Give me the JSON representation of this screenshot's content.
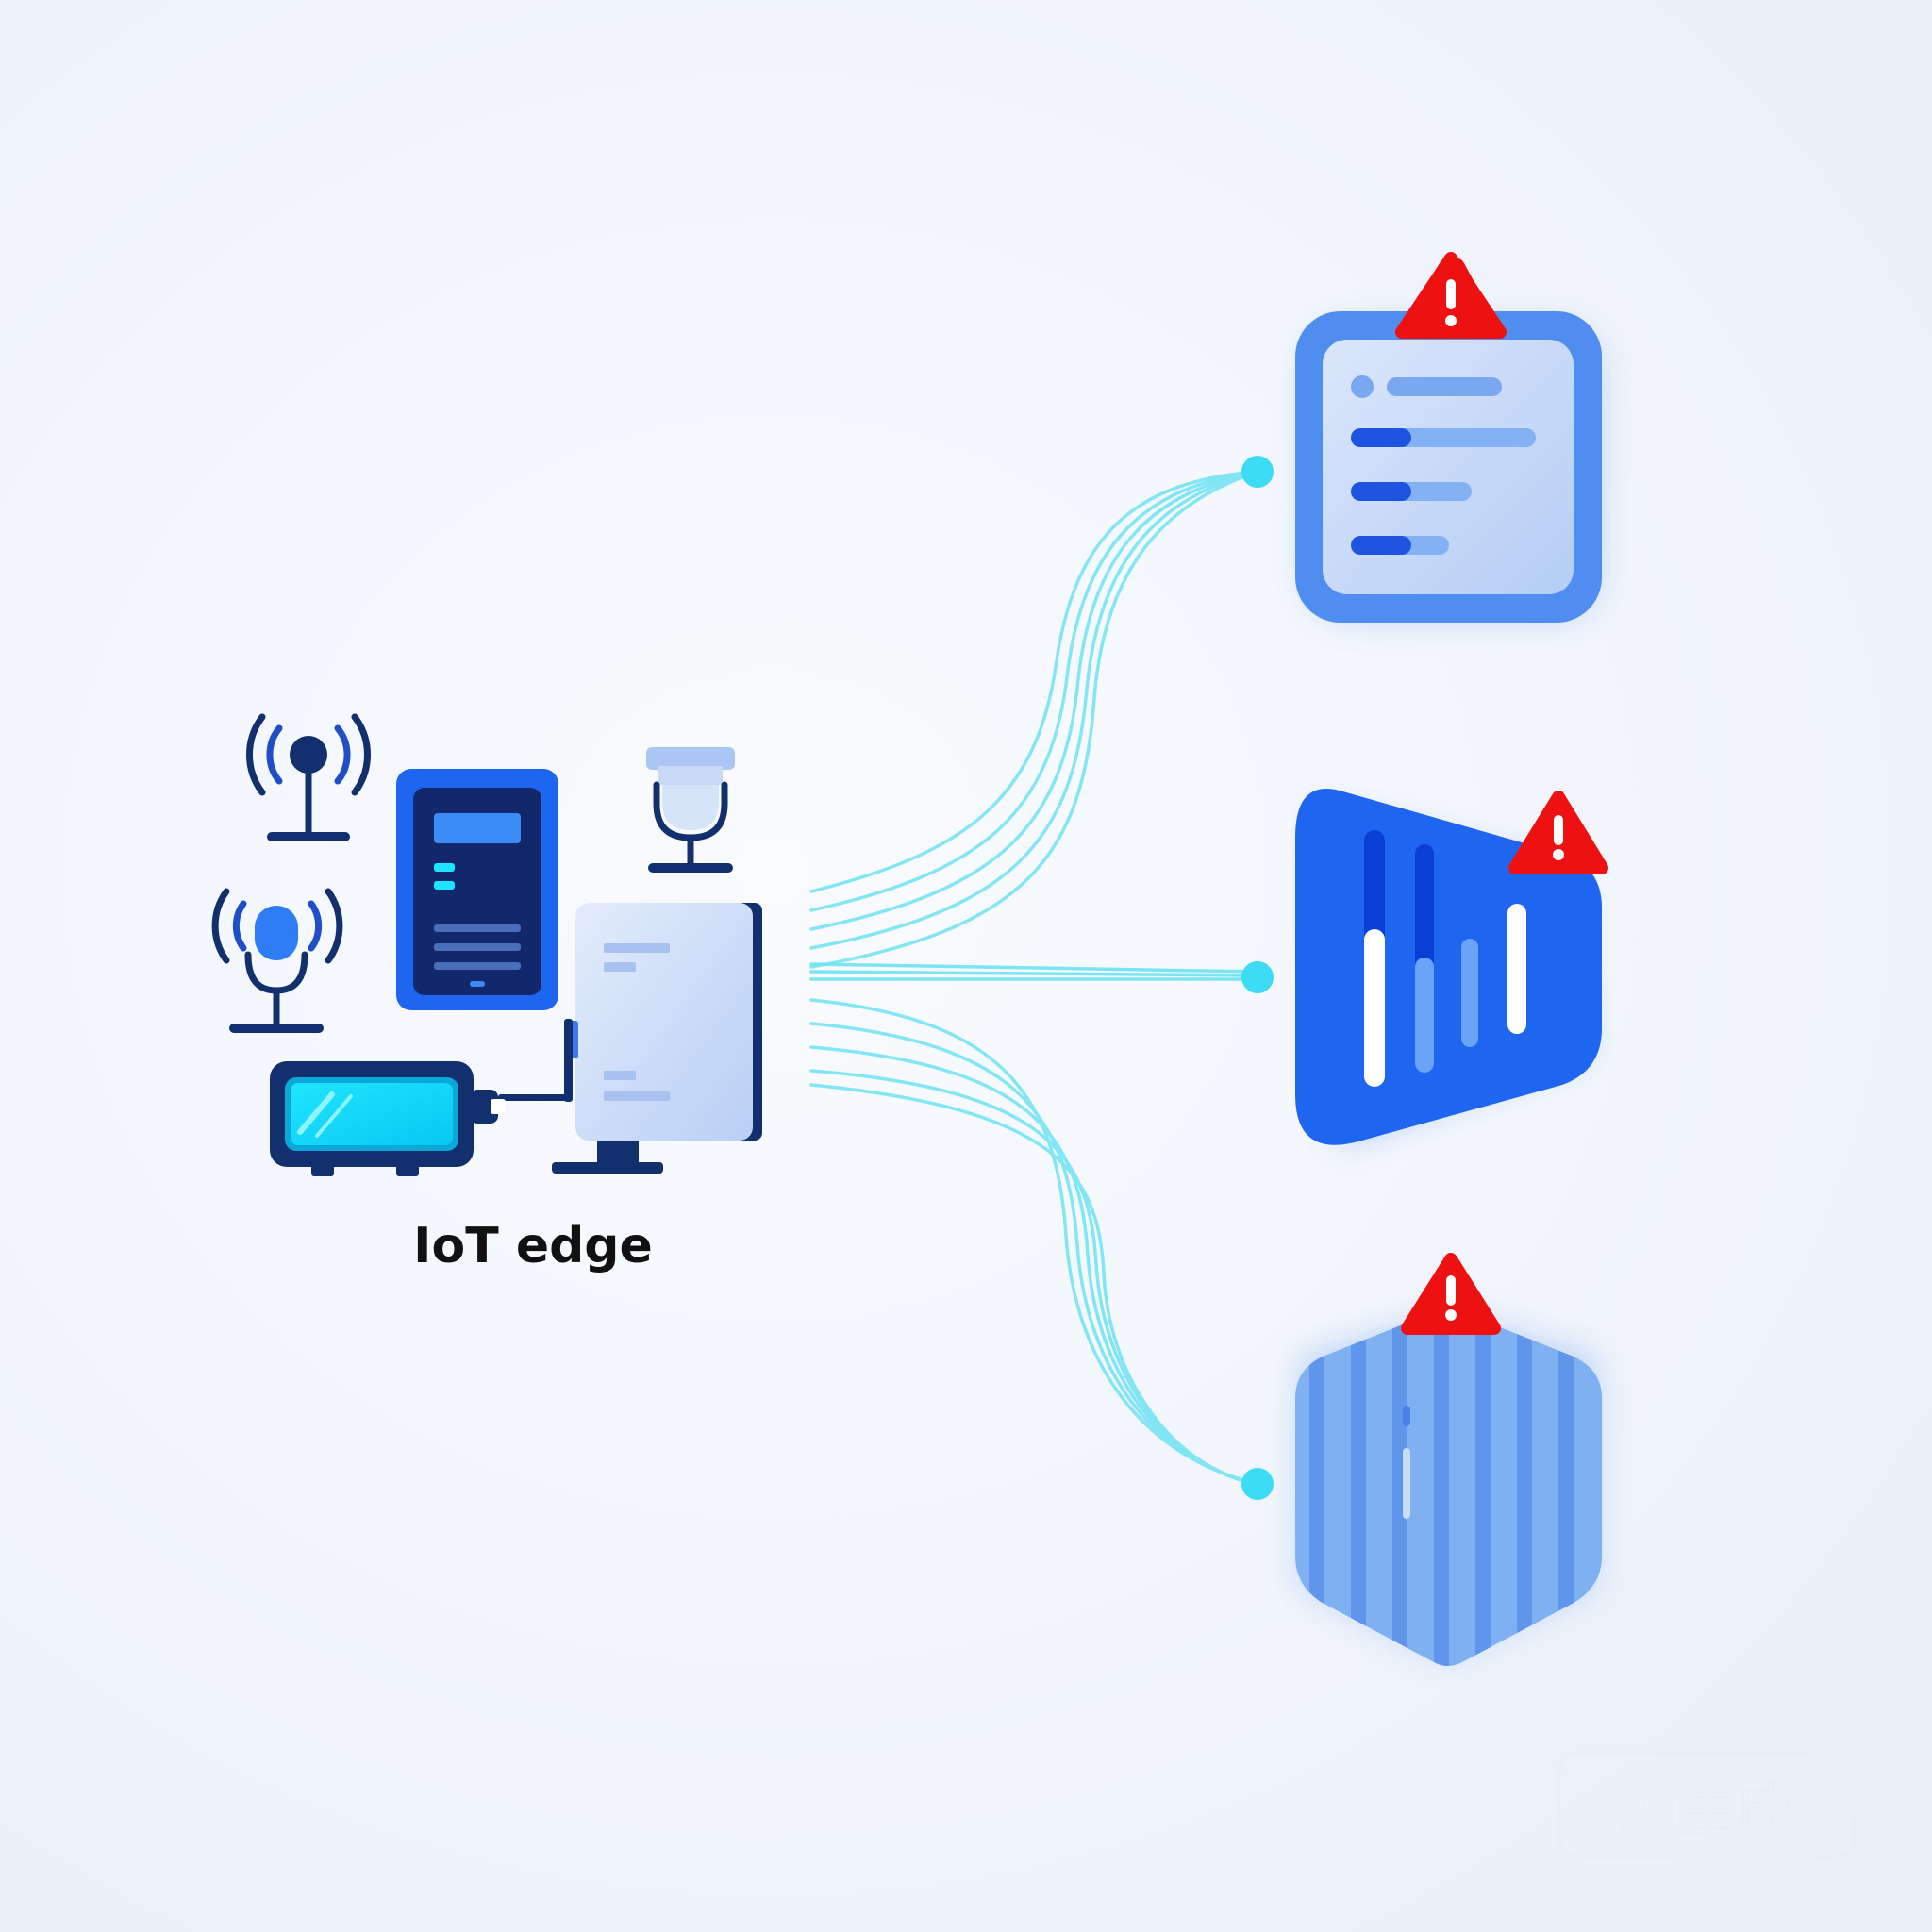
{
  "diagram": {
    "source_label": "IoT edge",
    "watermark_text": "AI生成",
    "colors": {
      "navy": "#12306e",
      "royal_blue": "#1e66f0",
      "light_blue": "#7fb0f2",
      "pale_blue": "#c7d9f6",
      "cyan": "#1ee5ff",
      "link_cyan": "#6fe3f3",
      "alert_red": "#ee1111"
    },
    "edge_devices": [
      {
        "icon": "antenna-sensor-icon"
      },
      {
        "icon": "microphone-sensor-icon"
      },
      {
        "icon": "smartphone-icon"
      },
      {
        "icon": "camera-sensor-icon"
      },
      {
        "icon": "gateway-server-icon"
      },
      {
        "icon": "handheld-meter-icon"
      }
    ],
    "targets": [
      {
        "id": "log-list",
        "icon": "list-document-icon",
        "alert_icon": "warning-icon"
      },
      {
        "id": "bar-chart",
        "icon": "bar-chart-icon",
        "alert_icon": "warning-icon"
      },
      {
        "id": "data-block",
        "icon": "striped-hexagon-icon",
        "alert_icon": "warning-icon"
      }
    ]
  }
}
